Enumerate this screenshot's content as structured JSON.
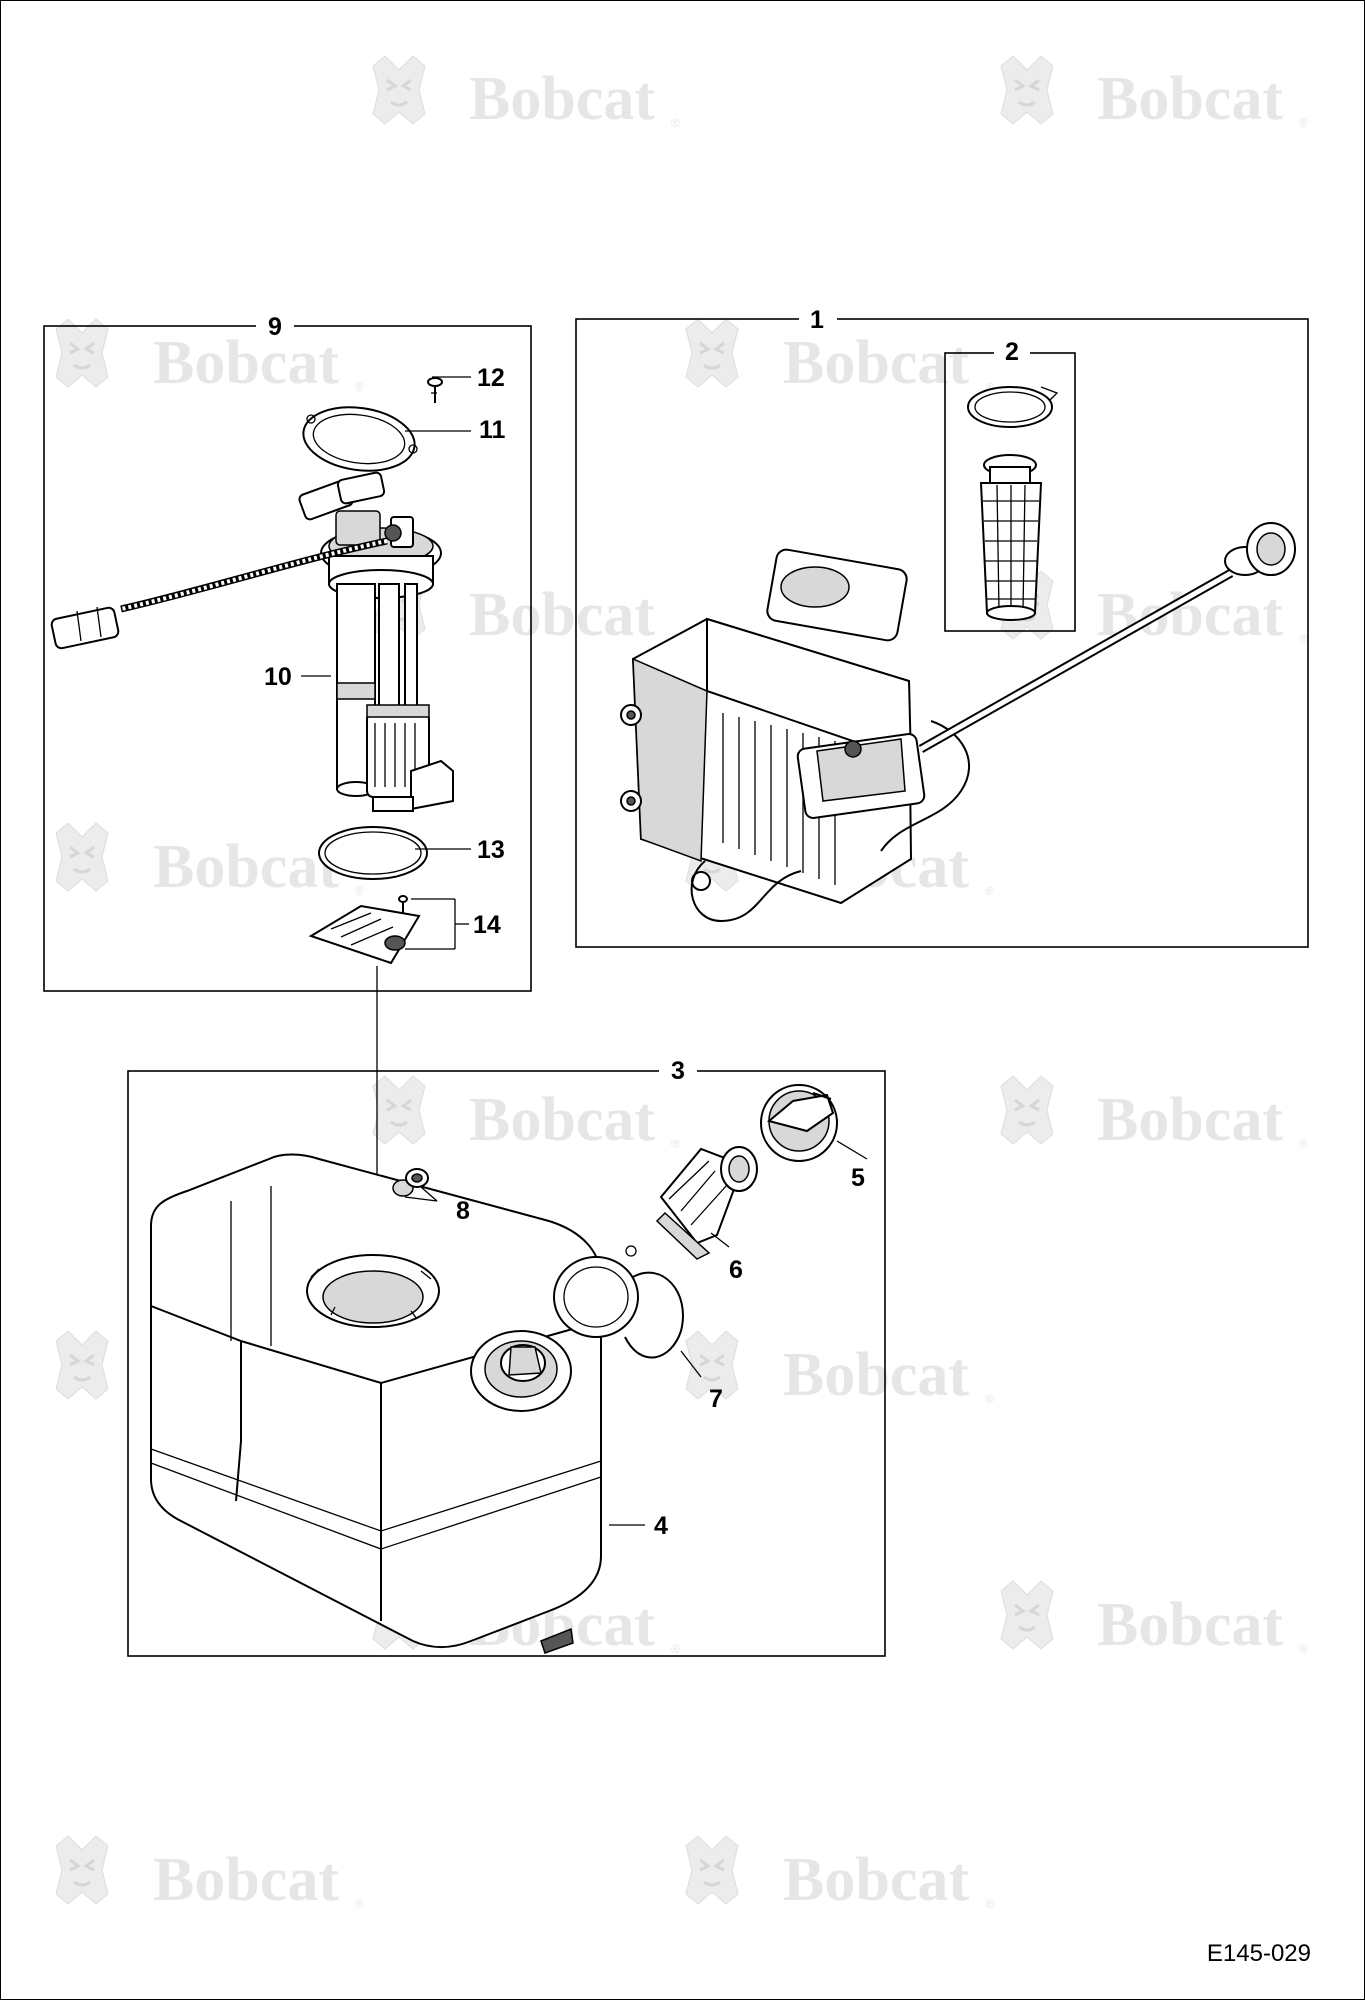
{
  "watermark": {
    "brand": "Bobcat",
    "mark": "®"
  },
  "diagram": {
    "ref_code": "E145-029",
    "callouts": [
      {
        "id": "c1",
        "label": "1"
      },
      {
        "id": "c2",
        "label": "2"
      },
      {
        "id": "c3",
        "label": "3"
      },
      {
        "id": "c4",
        "label": "4"
      },
      {
        "id": "c5",
        "label": "5"
      },
      {
        "id": "c6",
        "label": "6"
      },
      {
        "id": "c7",
        "label": "7"
      },
      {
        "id": "c8",
        "label": "8"
      },
      {
        "id": "c9",
        "label": "9"
      },
      {
        "id": "c10",
        "label": "10"
      },
      {
        "id": "c11",
        "label": "11"
      },
      {
        "id": "c12",
        "label": "12"
      },
      {
        "id": "c13",
        "label": "13"
      },
      {
        "id": "c14",
        "label": "14"
      }
    ]
  }
}
